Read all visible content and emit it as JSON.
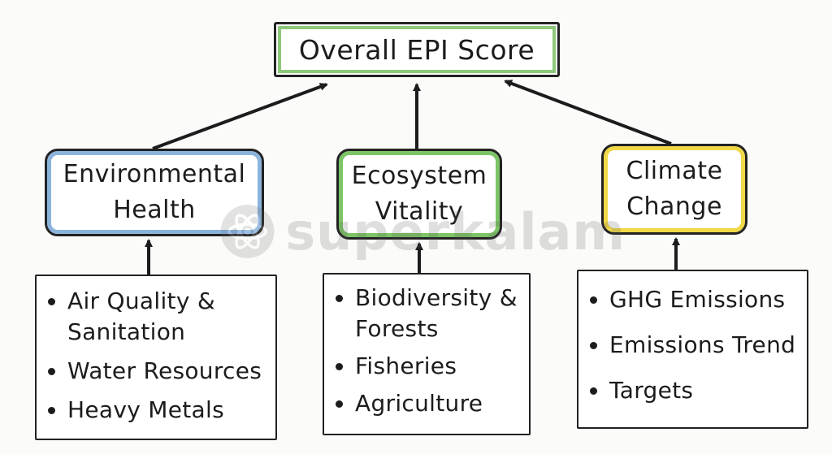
{
  "top": {
    "label": "Overall EPI Score"
  },
  "categories": [
    {
      "label": "Environmental\nHealth",
      "color": "#8bb4dd",
      "items": [
        "Air Quality &\nSanitation",
        "Water Resources",
        "Heavy Metals"
      ]
    },
    {
      "label": "Ecosystem\nVitality",
      "color": "#7cc466",
      "items": [
        "Biodiversity &\n Forests",
        "Fisheries",
        "Agriculture"
      ]
    },
    {
      "label": "Climate\nChange",
      "color": "#f0d846",
      "items": [
        "GHG Emissions",
        "Emissions Trend",
        "Targets"
      ]
    }
  ],
  "watermark": {
    "text": "superkalam",
    "icon": "atom-icon"
  }
}
